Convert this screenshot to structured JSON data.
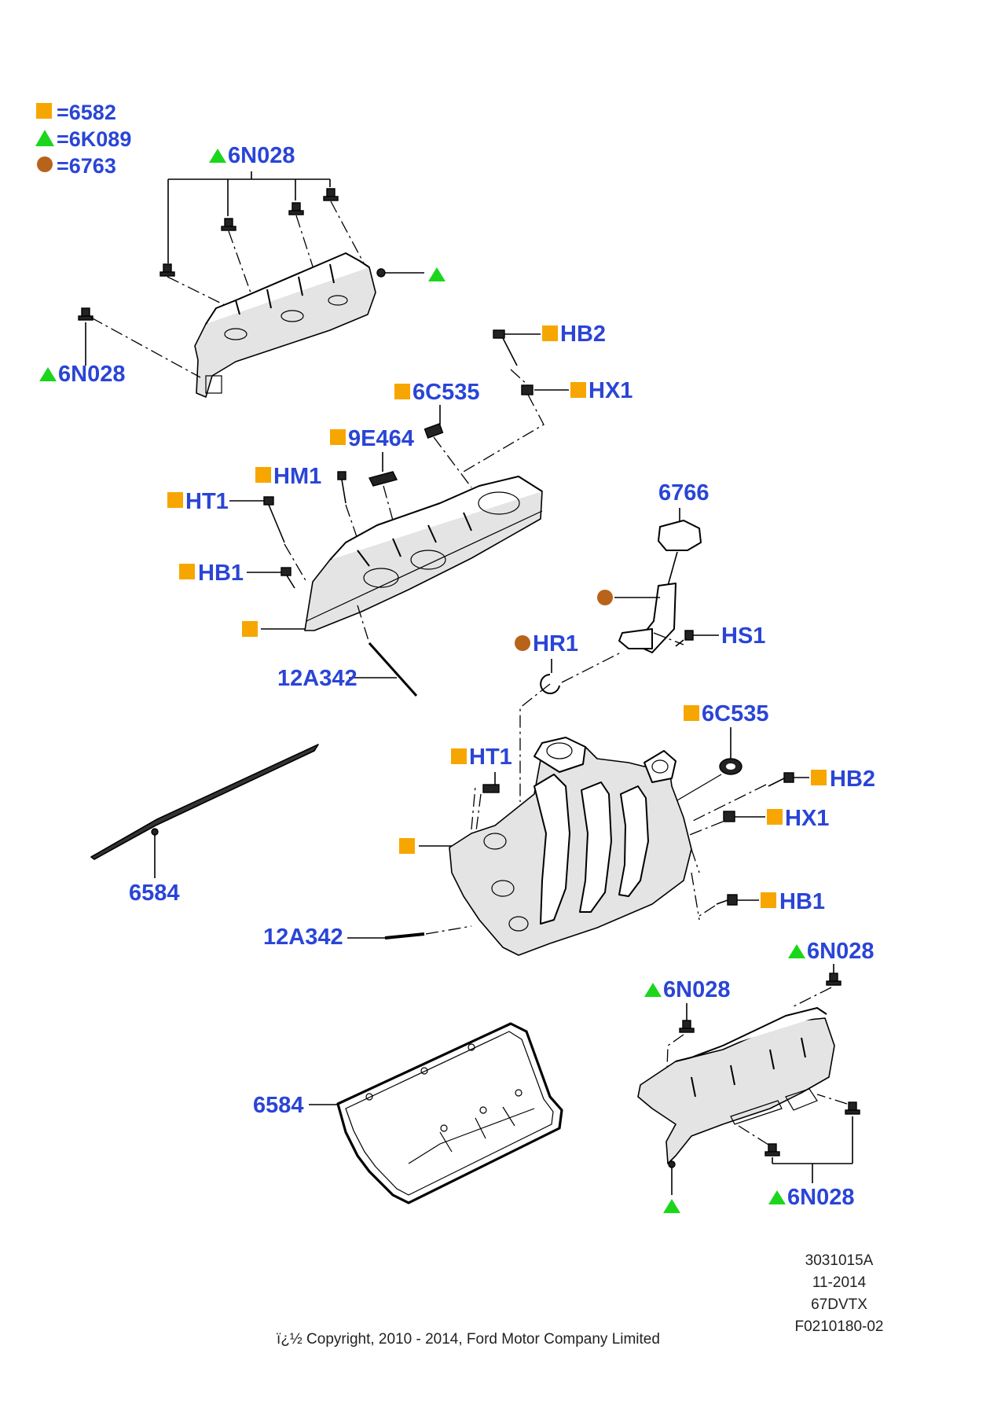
{
  "colors": {
    "label": "#2a45d6",
    "square_marker": "#f7a600",
    "triangle_marker": "#1cd61c",
    "circle_marker": "#b8631a",
    "text": "#222222"
  },
  "legend": [
    {
      "marker": "square",
      "text": "=6582"
    },
    {
      "marker": "triangle",
      "text": "=6K089"
    },
    {
      "marker": "circle",
      "text": "=6763"
    }
  ],
  "callouts": {
    "c1": "6N028",
    "c2": "6N028",
    "c3": "HB2",
    "c4": "HX1",
    "c5": "6C535",
    "c6": "9E464",
    "c7": "HM1",
    "c8": "HT1",
    "c9": "HB1",
    "c10": "12A342",
    "c11": "6766",
    "c12": "HS1",
    "c13": "HR1",
    "c14": "6C535",
    "c15": "HT1",
    "c16": "HB2",
    "c17": "HX1",
    "c18": "6584",
    "c19": "HB1",
    "c20": "12A342",
    "c21": "6N028",
    "c22": "6N028",
    "c23": "6584",
    "c24": "6N028"
  },
  "reference": [
    "3031015A",
    "11-2014",
    "67DVTX",
    "F0210180-02"
  ],
  "copyright": "ï¿½ Copyright, 2010 - 2014, Ford Motor Company Limited"
}
